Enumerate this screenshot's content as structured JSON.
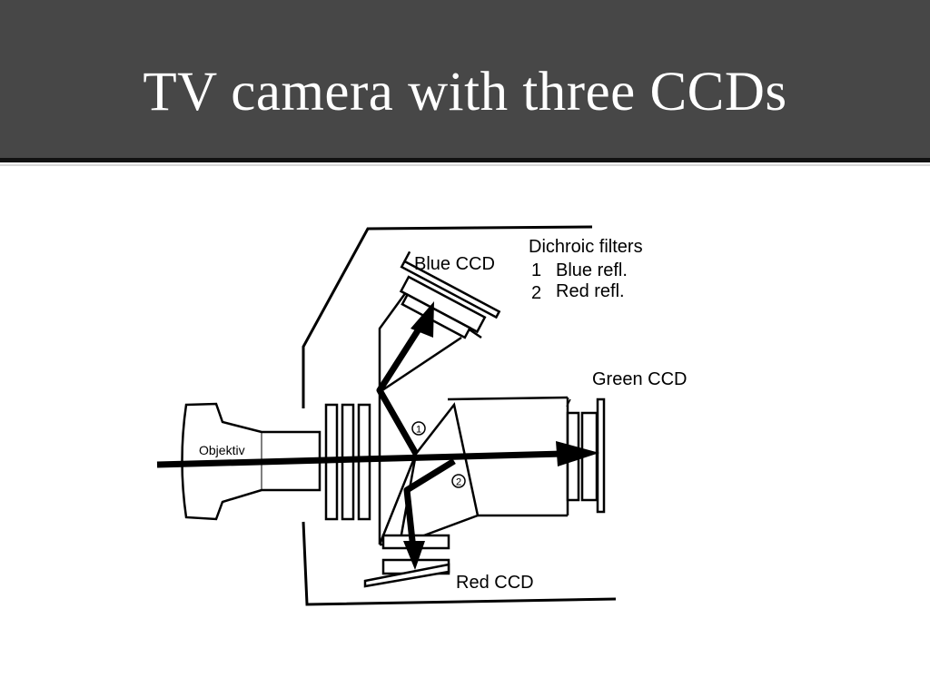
{
  "slide": {
    "title": "TV camera with three CCDs"
  },
  "diagram": {
    "labels": {
      "dichroic_filters": "Dichroic filters",
      "filter1_num": "1",
      "filter1_text": "Blue refl.",
      "filter2_num": "2",
      "filter2_text": "Red refl.",
      "blue_ccd": "Blue CCD",
      "green_ccd": "Green CCD",
      "red_ccd": "Red CCD",
      "objektiv": "Objektiv",
      "marker1": "1",
      "marker2": "2"
    }
  },
  "colors": {
    "header_bg": "#474747",
    "header_rule": "#111111",
    "ink": "#000000"
  }
}
